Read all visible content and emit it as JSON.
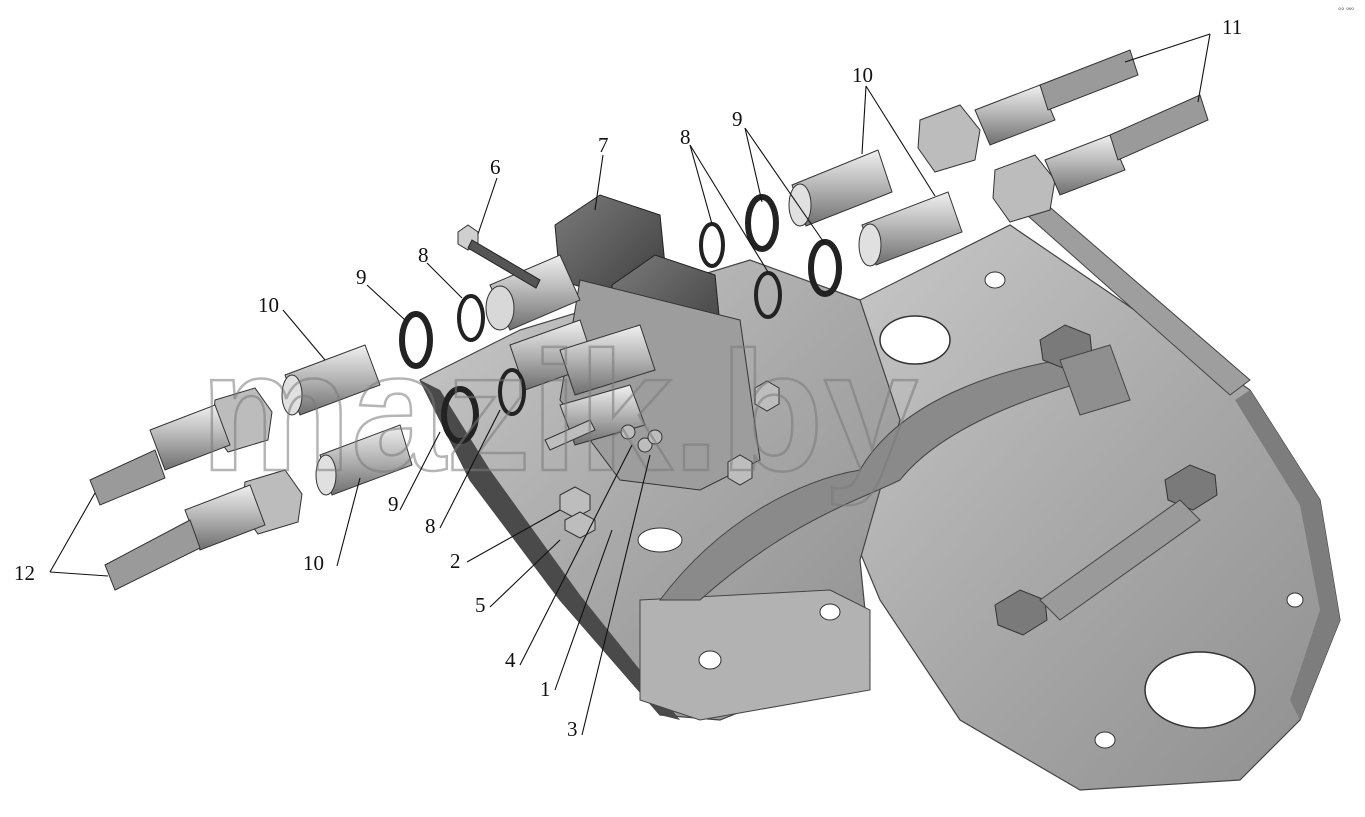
{
  "watermark": "mazik.by",
  "corner_mark": "°° ººº",
  "callouts": {
    "c1": "1",
    "c2": "2",
    "c3": "3",
    "c4": "4",
    "c5": "5",
    "c6": "6",
    "c7": "7",
    "c8a": "8",
    "c8b": "8",
    "c8c": "8",
    "c9a": "9",
    "c9b": "9",
    "c9c": "9",
    "c10a": "10",
    "c10b": "10",
    "c10c": "10",
    "c11": "11",
    "c12": "12"
  },
  "colors": {
    "line": "#111111",
    "bracket_light": "#bdbdbd",
    "bracket_mid": "#9a9a9a",
    "bracket_dark": "#5a5a5a",
    "valve_body": "#6e6e6e",
    "fitting": "#c8c8c8"
  }
}
